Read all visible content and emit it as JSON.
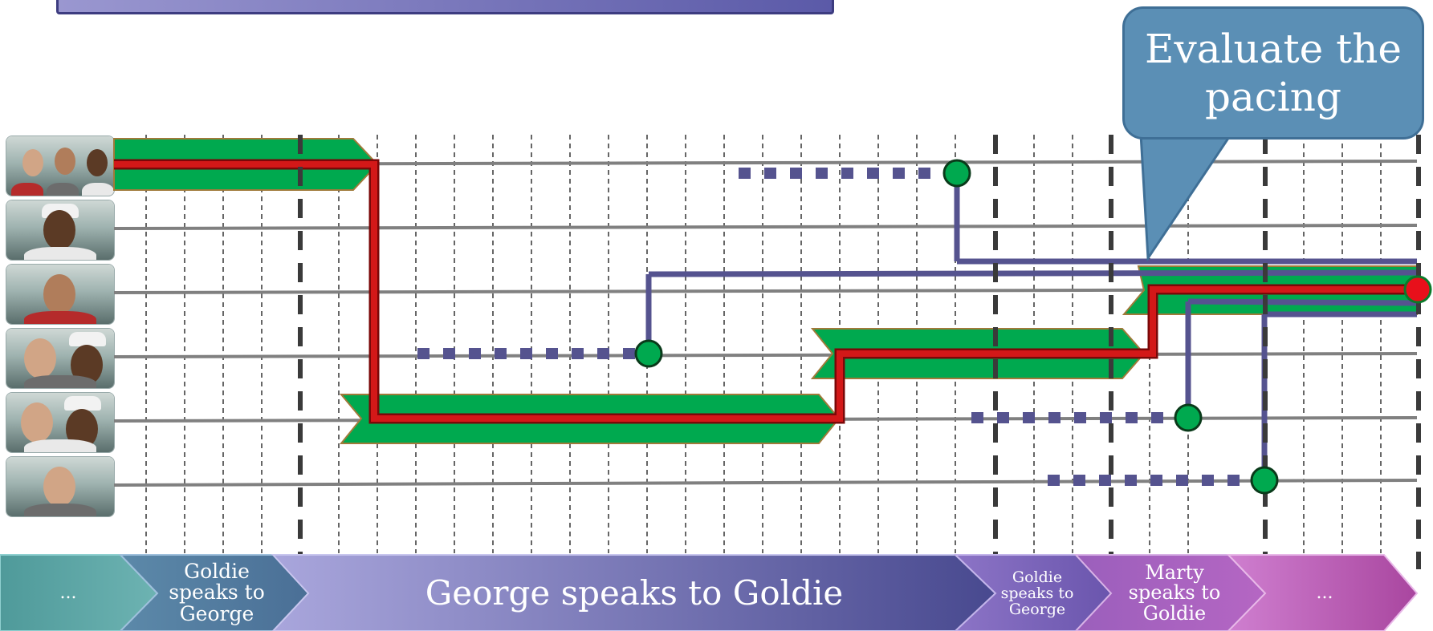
{
  "segments": [
    {
      "label": "..."
    },
    {
      "label": "Goldie speaks to George"
    },
    {
      "label": "George speaks to Goldie"
    },
    {
      "label": "Goldie speaks to George"
    },
    {
      "label": "Marty speaks to Goldie"
    },
    {
      "label": "..."
    }
  ],
  "callout": {
    "text": "Evaluate the pacing"
  },
  "characters": [
    {
      "icon": "group-shot-thumbnail"
    },
    {
      "icon": "goldie-thumbnail"
    },
    {
      "icon": "marty-thumbnail"
    },
    {
      "icon": "george-goldie-thumbnail"
    },
    {
      "icon": "george-closeup-thumbnail"
    },
    {
      "icon": "george-thumbnail"
    }
  ],
  "colors": {
    "track": "#808080",
    "active_path": "#d31818",
    "block": "#00a94f",
    "connector": "#55538f",
    "start_marker": "#00a94f",
    "end_marker": "#e8101b",
    "callout": "#5b8fb5"
  }
}
